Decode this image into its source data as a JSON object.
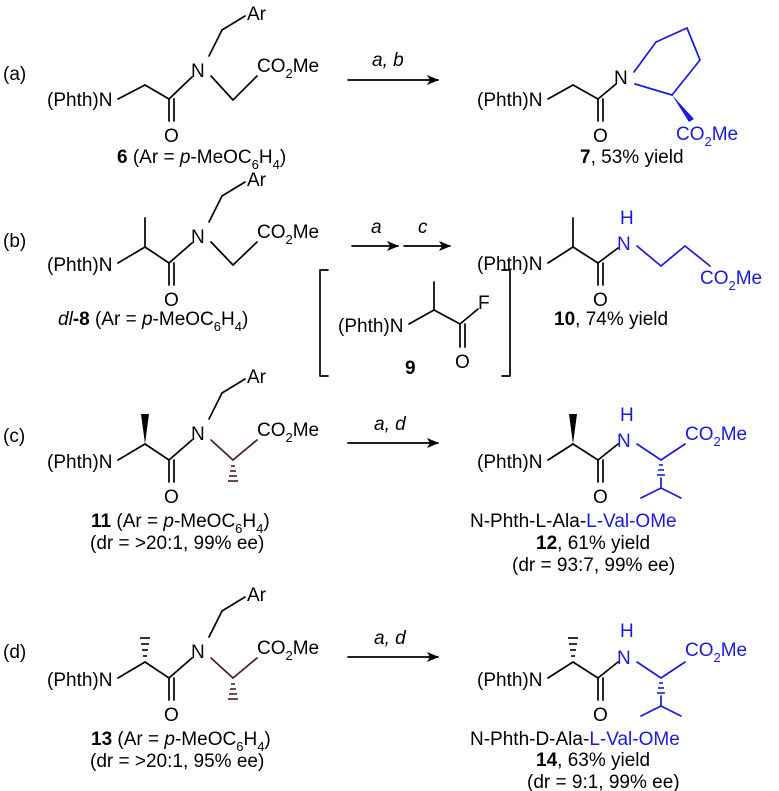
{
  "colors": {
    "black": "#000000",
    "blue": "#1a1adc",
    "brown": "#4a1e1e"
  },
  "text": {
    "phth_n": "(Phth)N",
    "ar": "Ar",
    "n": "N",
    "h": "H",
    "o": "O",
    "f": "F",
    "co2me_a": "CO",
    "co2me_sub": "2",
    "co2me_b": "Me",
    "ar_def_open": " (Ar = ",
    "ar_def_p": "p",
    "ar_def_mid": "-MeOC",
    "ar_def_6": "6",
    "ar_def_h": "H",
    "ar_def_4": "4",
    "ar_def_close": ")"
  },
  "panels": {
    "a": {
      "label": "(a)",
      "reagents": "a, b",
      "sm_number": "6",
      "product_number": "7",
      "product_yield": ", 53% yield"
    },
    "b": {
      "label": "(b)",
      "reagent_1": "a",
      "reagent_2": "c",
      "sm_prefix": "dl",
      "sm_number": "-8",
      "intermediate_number": "9",
      "product_number": "10",
      "product_yield": ", 74% yield"
    },
    "c": {
      "label": "(c)",
      "reagents": "a, d",
      "sm_number": "11",
      "sm_stereo": "(dr = >20:1, 99% ee)",
      "product_name_black": "N-Phth-L-Ala-",
      "product_name_blue": "L-Val-OMe",
      "product_number": "12",
      "product_yield": ", 61% yield",
      "product_stereo": "(dr = 93:7, 99% ee)"
    },
    "d": {
      "label": "(d)",
      "reagents": "a, d",
      "sm_number": "13",
      "sm_stereo": "(dr = >20:1, 95% ee)",
      "product_name_black": "N-Phth-D-Ala-",
      "product_name_blue": "L-Val-OMe",
      "product_number": "14",
      "product_yield": ", 63% yield",
      "product_stereo": "(dr = 9:1, 99% ee)"
    }
  }
}
